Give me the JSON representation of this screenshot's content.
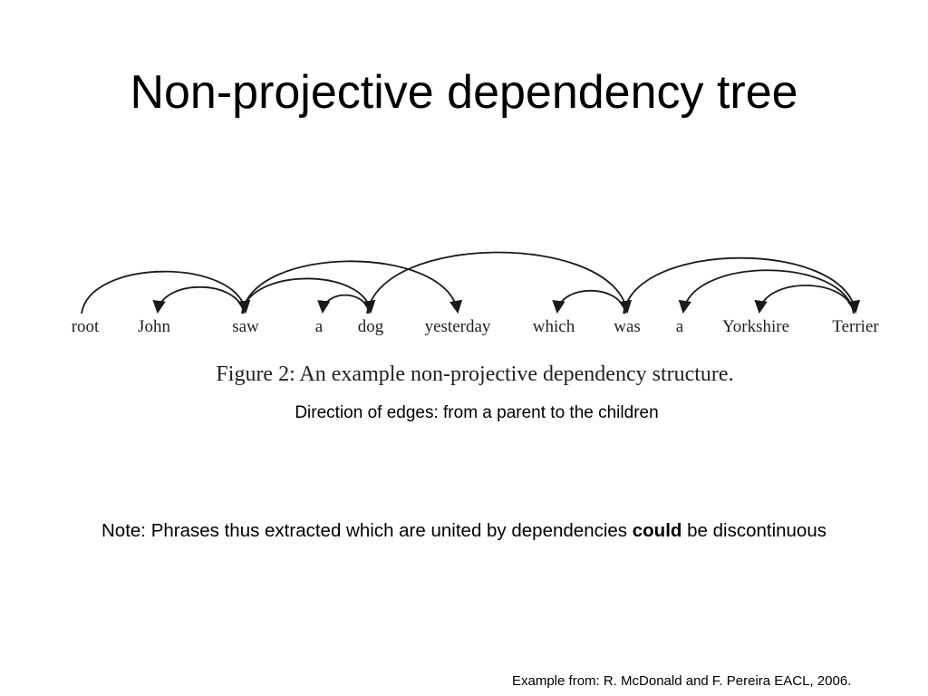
{
  "slide": {
    "title": "Non-projective dependency tree",
    "figure_caption": "Figure 2: An example non-projective dependency structure.",
    "direction_note": "Direction of edges: from a parent to the children",
    "note": {
      "before": "Note: Phrases thus extracted which are united by dependencies ",
      "emphasis": "could",
      "after": " be discontinuous"
    },
    "source": "Example from: R. McDonald and F. Pereira EACL, 2006."
  },
  "diagram": {
    "words": [
      "root",
      "John",
      "saw",
      "a",
      "dog",
      "yesterday",
      "which",
      "was",
      "a",
      "Yorkshire",
      "Terrier"
    ],
    "edges": [
      {
        "from": "root",
        "to": "saw",
        "from_index": 0,
        "to_index": 2
      },
      {
        "from": "saw",
        "to": "John",
        "from_index": 2,
        "to_index": 1
      },
      {
        "from": "saw",
        "to": "dog",
        "from_index": 2,
        "to_index": 4
      },
      {
        "from": "saw",
        "to": "yesterday",
        "from_index": 2,
        "to_index": 5
      },
      {
        "from": "dog",
        "to": "a",
        "from_index": 4,
        "to_index": 3
      },
      {
        "from": "dog",
        "to": "was",
        "from_index": 4,
        "to_index": 7
      },
      {
        "from": "was",
        "to": "which",
        "from_index": 7,
        "to_index": 6
      },
      {
        "from": "was",
        "to": "Terrier",
        "from_index": 7,
        "to_index": 10
      },
      {
        "from": "Terrier",
        "to": "a",
        "from_index": 10,
        "to_index": 8
      },
      {
        "from": "Terrier",
        "to": "Yorkshire",
        "from_index": 10,
        "to_index": 9
      }
    ]
  },
  "colors": {
    "background": "#ffffff",
    "text": "#000000",
    "diagram_ink": "#1a1a1a"
  }
}
